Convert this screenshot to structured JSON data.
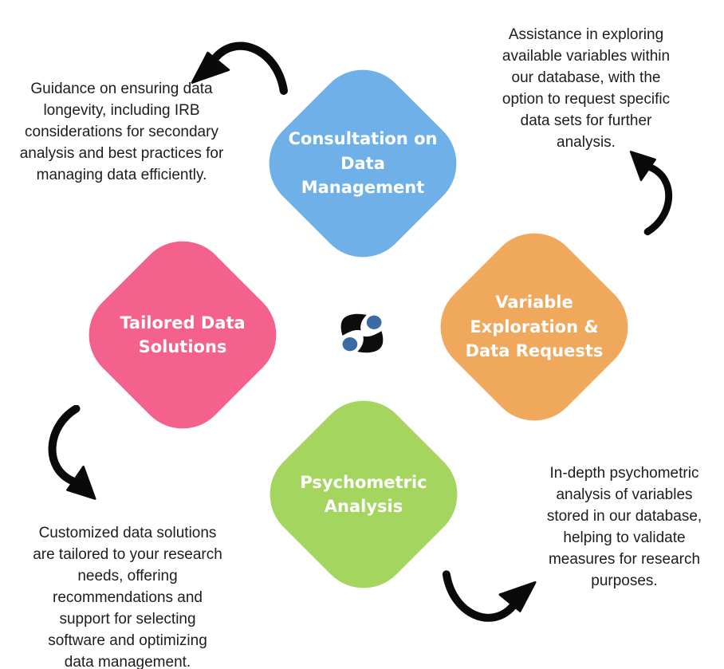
{
  "style": {
    "background": "#ffffff",
    "label_text_color": "#ffffff",
    "description_text_color": "#1d1d1d",
    "arrow_color": "#0a0a0a"
  },
  "modules": [
    {
      "name": "consultation-on-data-management",
      "label": "Consultation on\nData\nManagement",
      "color": "#6FB0E8",
      "description": "Guidance on ensuring data\nlongevity, including IRB\nconsiderations for secondary\nanalysis and  best practices for\nmanaging data efficiently."
    },
    {
      "name": "variable-exploration-and-data-requests",
      "label": "Variable\nExploration &\nData Requests",
      "color": "#F0A85C",
      "description": "Assistance in exploring\navailable variables within\nour database, with the\noption to request specific\ndata sets for further\nanalysis."
    },
    {
      "name": "tailored-data-solutions",
      "label": "Tailored Data\nSolutions",
      "color": "#F4618C",
      "description": "Customized data solutions\nare tailored to your research\nneeds, offering\nrecommendations and\nsupport for selecting\nsoftware and optimizing\ndata management."
    },
    {
      "name": "psychometric-analysis",
      "label": "Psychometric\nAnalysis",
      "color": "#A3D55F",
      "description": "In-depth psychometric\nanalysis of variables\nstored in our database,\nhelping to validate\nmeasures for research\npurposes."
    }
  ],
  "logo": {
    "name": "two-commas-and-dots-logo",
    "accent_color": "#3A6BA5",
    "dark_color": "#0d0d0d"
  }
}
